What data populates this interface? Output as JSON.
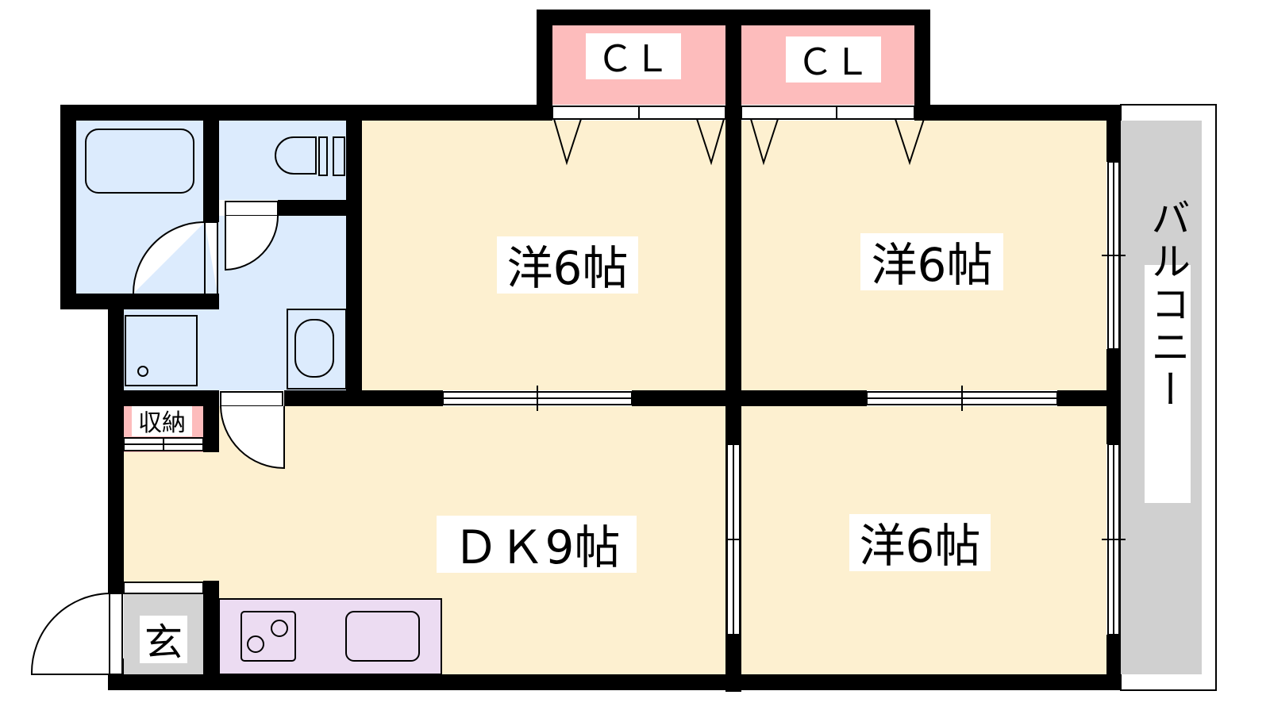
{
  "floorplan": {
    "rooms": {
      "closet_left": "ＣＬ",
      "closet_right": "ＣＬ",
      "western_room_top_left": "洋6帖",
      "western_room_top_right": "洋6帖",
      "western_room_bottom_right": "洋6帖",
      "dining_kitchen": "ＤＫ9帖",
      "storage": "収納",
      "entrance": "玄",
      "balcony": "バルコニー"
    },
    "colors": {
      "room": "#fdf0d0",
      "wet_area": "#dcebfd",
      "closet": "#fdbcbc",
      "kitchen": "#ecdcf2",
      "entrance": "#d3d3d3",
      "balcony": "#d0d0d0",
      "wall": "#000000"
    }
  }
}
